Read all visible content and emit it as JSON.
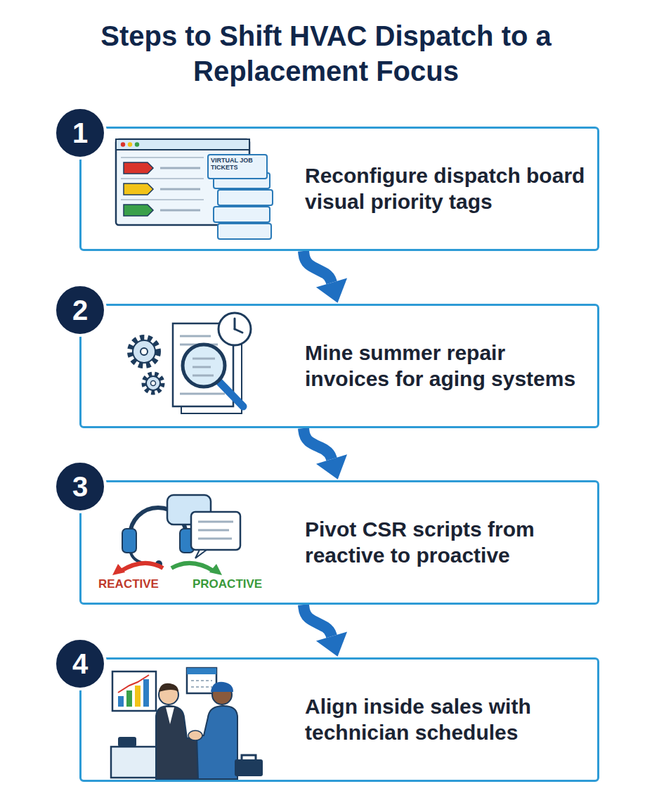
{
  "diagram": {
    "title": "Steps to Shift HVAC Dispatch to a Replacement Focus",
    "nodes": [
      {
        "text": [
          "Reconfigure dispatch board visual priority tags"
        ]
      },
      {
        "text": [
          "1"
        ],
        "in": 0
      },
      {
        "text": [
          "Mine summer repair invoices for aging systems"
        ]
      },
      {
        "text": [
          "2"
        ],
        "in": 2
      },
      {
        "text": [
          "Pivot CSR scripts from reactive to proactive"
        ]
      },
      {
        "text": [
          "3"
        ],
        "in": 4
      },
      {
        "text": [
          "Align inside sales with technician schedules"
        ]
      },
      {
        "text": [
          "4"
        ],
        "in": 6
      }
    ],
    "edges": [
      {
        "from": 0,
        "to": 2,
        "arrow": "to"
      },
      {
        "from": 2,
        "to": 4,
        "arrow": "to"
      },
      {
        "from": 4,
        "to": 6,
        "arrow": "to"
      }
    ],
    "labels": [
      "VIRTUAL JOB TICKETS",
      "REACTIVE",
      "PROACTIVE"
    ]
  }
}
